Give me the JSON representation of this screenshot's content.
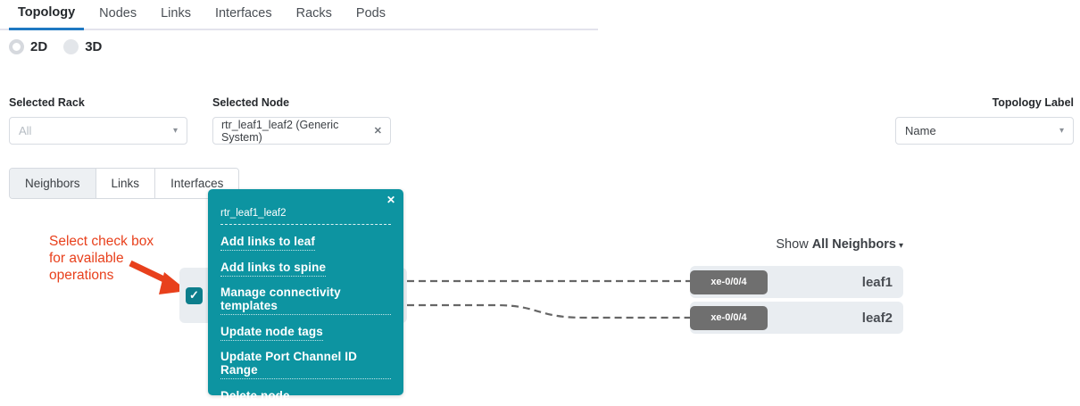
{
  "header_tabs": {
    "items": [
      {
        "label": "Topology",
        "active": true
      },
      {
        "label": "Nodes",
        "active": false
      },
      {
        "label": "Links",
        "active": false
      },
      {
        "label": "Interfaces",
        "active": false
      },
      {
        "label": "Racks",
        "active": false
      },
      {
        "label": "Pods",
        "active": false
      }
    ]
  },
  "view_mode": {
    "options": [
      {
        "label": "2D",
        "selected": true
      },
      {
        "label": "3D",
        "selected": false
      }
    ]
  },
  "filters": {
    "rack_label": "Selected Rack",
    "rack_value": "All",
    "node_label": "Selected Node",
    "node_value": "rtr_leaf1_leaf2 (Generic System)",
    "node_remove_icon": "✕",
    "caret_icon": "▾",
    "topology_label": "Topology Label",
    "topology_value": "Name"
  },
  "subtabs": {
    "items": [
      {
        "label": "Neighbors",
        "active": true
      },
      {
        "label": "Links",
        "active": false
      },
      {
        "label": "Interfaces",
        "active": false
      }
    ]
  },
  "annotation": {
    "line1": "Select check box",
    "line2": "for available",
    "line3": "operations"
  },
  "node": {
    "name": "rtr_leaf1_leaf2",
    "checked": true,
    "check_icon": "✓"
  },
  "context_menu": {
    "title": "rtr_leaf1_leaf2",
    "close_icon": "✕",
    "items": [
      "Add links to leaf",
      "Add links to spine",
      "Manage connectivity templates",
      "Update node tags",
      "Update Port Channel ID Range",
      "Delete node"
    ]
  },
  "neighbors_panel": {
    "show_label": "Show",
    "filter_value": "All Neighbors",
    "caret_icon": "▾",
    "rows": [
      {
        "port": "xe-0/0/4",
        "name": "leaf1"
      },
      {
        "port": "xe-0/0/4",
        "name": "leaf2"
      }
    ]
  },
  "colors": {
    "popup_teal": "#0d94a1",
    "checkbox_teal": "#0d7e8c",
    "annotation_red": "#e8401c",
    "active_tab_blue": "#1f79c2",
    "node_bg": "#e9edf1",
    "badge_bg": "#6f6f6f",
    "link_dash": "#666666"
  }
}
